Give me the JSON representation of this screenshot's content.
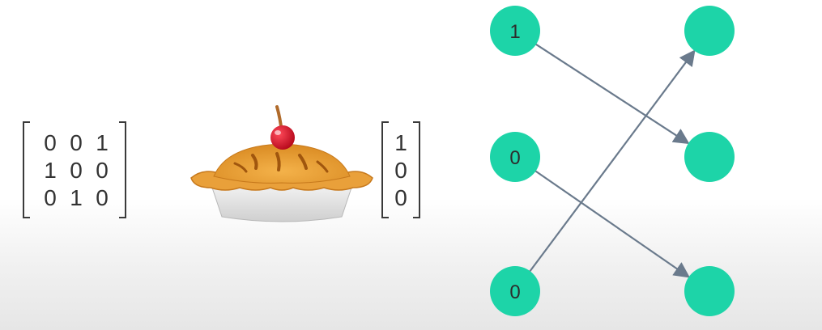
{
  "matrix": {
    "rows": [
      [
        "0",
        "0",
        "1"
      ],
      [
        "1",
        "0",
        "0"
      ],
      [
        "0",
        "1",
        "0"
      ]
    ]
  },
  "vector": [
    "1",
    "0",
    "0"
  ],
  "network": {
    "node_color": "#1dd4a8",
    "edge_color": "#6a7a8c",
    "input_labels": [
      "1",
      "0",
      "0"
    ],
    "edges": [
      {
        "from": 0,
        "to": 1
      },
      {
        "from": 1,
        "to": 2
      },
      {
        "from": 2,
        "to": 0
      }
    ]
  },
  "icons": {
    "pie": "cherry-pie-icon"
  }
}
